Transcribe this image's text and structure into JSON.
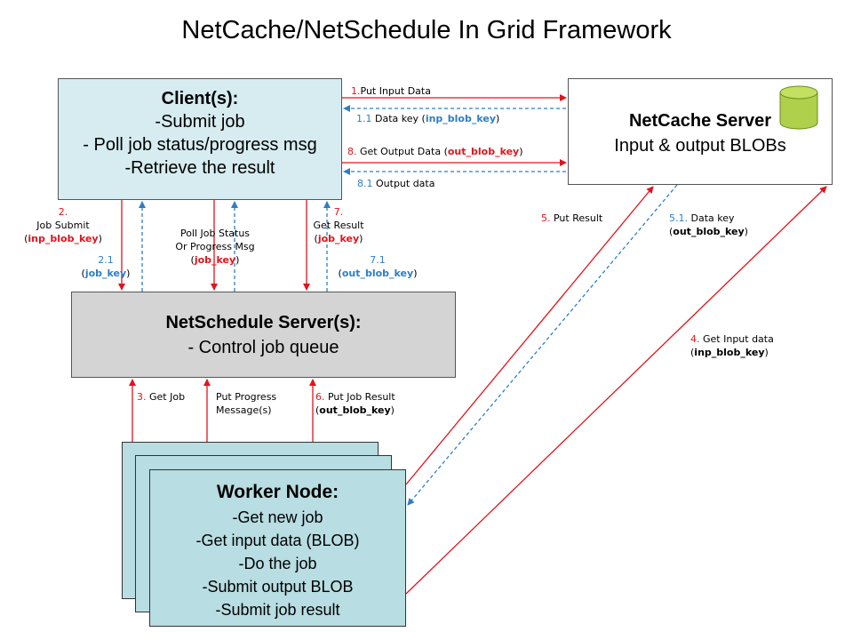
{
  "title": "NetCache/NetSchedule In Grid Framework",
  "colors": {
    "request_arrow": "#e0141b",
    "response_arrow": "#2f7ec4",
    "client_fill": "#d6ecf0",
    "worker_fill": "#b8dde2",
    "nschedule_fill": "#d4d4d4",
    "db_icon": "#aed04a"
  },
  "client": {
    "title": "Client(s):",
    "lines": [
      "-Submit job",
      "- Poll job status/progress msg",
      "-Retrieve the result"
    ]
  },
  "netcache": {
    "title": "NetCache Server",
    "subtitle": "Input & output BLOBs",
    "icon": "database-cylinder-icon"
  },
  "netschedule": {
    "title": "NetSchedule Server(s):",
    "subtitle": "- Control job queue"
  },
  "worker": {
    "title": "Worker Node:",
    "lines": [
      "-Get new job",
      "-Get input data (BLOB)",
      "-Do the job",
      "-Submit output BLOB",
      "-Submit job result"
    ]
  },
  "labels": {
    "l1": {
      "num": "1.",
      "text": "Put Input  Data"
    },
    "l1_1": {
      "num": "1.1",
      "text": " Data key (",
      "key": "inp_blob_key",
      "end": ")"
    },
    "l8": {
      "num": "8.",
      "text": " Get Output Data (",
      "key": "out_blob_key",
      "end": ")"
    },
    "l8_1": {
      "num": "8.1",
      "text": " Output  data"
    },
    "l2": {
      "num": "2.",
      "text": "Job Submit",
      "key_open": "(",
      "key": "inp_blob_key",
      "key_close": ")"
    },
    "l2_1": {
      "num": "2.1",
      "key_open": "(",
      "key": "job_key",
      "key_close": ")"
    },
    "poll": {
      "line1": "Poll Job Status",
      "line2": "Or Progress Msg",
      "key_open": "(",
      "key": "job_key",
      "key_close": ")"
    },
    "l7": {
      "num": "7.",
      "text": "Get Result",
      "key_open": "(",
      "key": "job_key",
      "key_close": ")"
    },
    "l7_1": {
      "num": "7.1",
      "key_open": "(",
      "key": "out_blob_key",
      "key_close": ")"
    },
    "l5": {
      "num": "5.",
      "text": " Put Result"
    },
    "l5_1": {
      "num": "5.1.",
      "text": " Data key",
      "key_open": "(",
      "key": "out_blob_key",
      "key_close": ")"
    },
    "l4": {
      "num": "4.",
      "text": " Get Input data",
      "key_open": "(",
      "key": "inp_blob_key",
      "key_close": ")"
    },
    "l3": {
      "num": "3.",
      "text": " Get Job"
    },
    "progress": {
      "line1": "Put Progress",
      "line2": "Message(s)"
    },
    "l6": {
      "num": "6.",
      "text": " Put Job Result",
      "key_open": "(",
      "key": "out_blob_key",
      "key_close": ")"
    }
  }
}
